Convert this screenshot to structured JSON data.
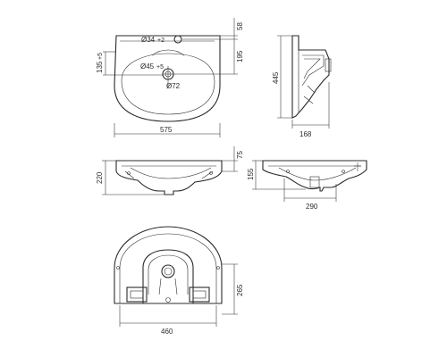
{
  "labels": {
    "top_hole_diameter": "Ø34",
    "top_hole_sub": "+2",
    "drain_diameter": "Ø45",
    "drain_sub": "+5",
    "bowl_diameter": "Ø72",
    "left_height": "135",
    "left_height_sub": "+5",
    "overall_width": "575",
    "rim_depth": "58",
    "hole_to_drain": "195",
    "overall_depth": "445",
    "side_height": "168",
    "front_height": "220",
    "front_rim": "75",
    "back_height": "155",
    "back_width": "290",
    "mount_width": "460",
    "mount_height": "265"
  }
}
